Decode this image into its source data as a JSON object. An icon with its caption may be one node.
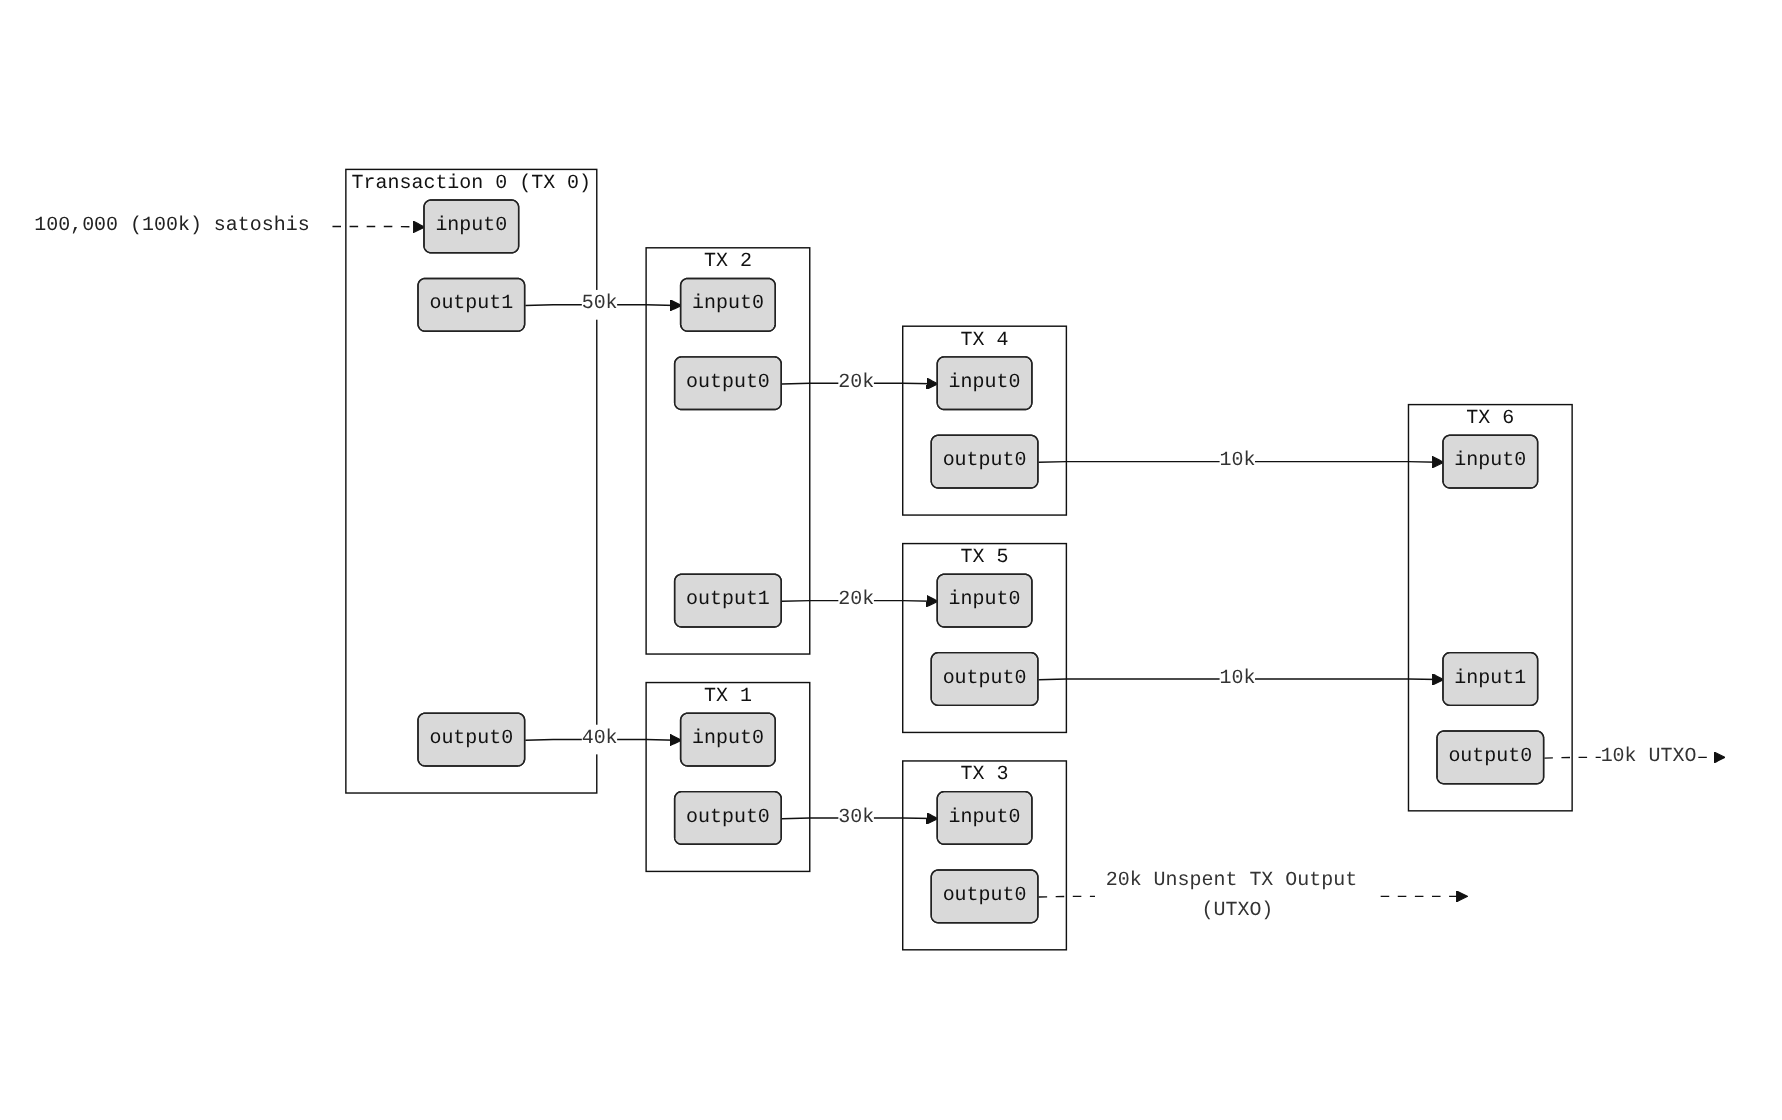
{
  "diagram": {
    "nodes": [
      {
        "text": [
          "100,000 (100k) satoshis"
        ]
      },
      {
        "text": [
          "Transaction 0 (TX 0)"
        ]
      },
      {
        "text": [
          "input0"
        ],
        "in": 1
      },
      {
        "text": [
          "output0"
        ],
        "in": 1
      },
      {
        "text": [
          "output1"
        ],
        "in": 1
      },
      {
        "text": [
          "TX 1"
        ]
      },
      {
        "text": [
          "input0"
        ],
        "in": 5
      },
      {
        "text": [
          "output0"
        ],
        "in": 5
      },
      {
        "text": [
          "TX 2"
        ]
      },
      {
        "text": [
          "input0"
        ],
        "in": 8
      },
      {
        "text": [
          "output0"
        ],
        "in": 8
      },
      {
        "text": [
          "output1"
        ],
        "in": 8
      },
      {
        "text": [
          "TX 3"
        ]
      },
      {
        "text": [
          "input0"
        ],
        "in": 12
      },
      {
        "text": [
          "output0"
        ],
        "in": 12
      },
      {
        "text": [
          "TX 4"
        ]
      },
      {
        "text": [
          "input0"
        ],
        "in": 15
      },
      {
        "text": [
          "output0"
        ],
        "in": 15
      },
      {
        "text": [
          "TX 5"
        ]
      },
      {
        "text": [
          "input0"
        ],
        "in": 18
      },
      {
        "text": [
          "output0"
        ],
        "in": 18
      },
      {
        "text": [
          "TX 6"
        ]
      },
      {
        "text": [
          "input0"
        ],
        "in": 21
      },
      {
        "text": [
          "input1"
        ],
        "in": 21
      },
      {
        "text": [
          "output0"
        ],
        "in": 21
      }
    ],
    "edges": [
      {
        "from": 0,
        "to": 2,
        "arrow": "to",
        "style": "dashed"
      },
      {
        "from": 3,
        "to": 6,
        "arrow": "to",
        "label": "40k"
      },
      {
        "from": 4,
        "to": 9,
        "arrow": "to",
        "label": "50k"
      },
      {
        "from": 7,
        "to": 13,
        "arrow": "to",
        "label": "30k"
      },
      {
        "from": 14,
        "to": null,
        "arrow": "to",
        "label": "20k Unspent TX Output (UTXO)",
        "style": "dashed"
      },
      {
        "from": 10,
        "to": 16,
        "arrow": "to",
        "label": "20k"
      },
      {
        "from": 11,
        "to": 19,
        "arrow": "to",
        "label": "20k"
      },
      {
        "from": 17,
        "to": 22,
        "arrow": "to",
        "label": "10k"
      },
      {
        "from": 20,
        "to": 23,
        "arrow": "to",
        "label": "10k"
      },
      {
        "from": 24,
        "to": null,
        "arrow": "to",
        "label": "10k UTXO",
        "style": "dashed"
      }
    ]
  }
}
